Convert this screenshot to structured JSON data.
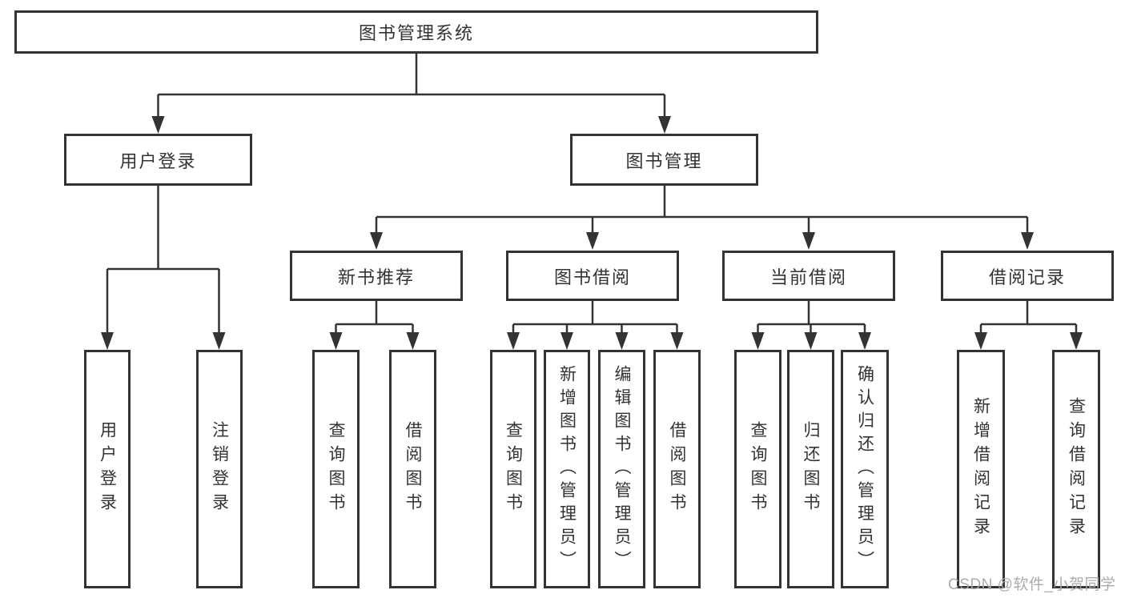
{
  "diagram": {
    "root": "图书管理系统",
    "level2": {
      "user_login": "用户登录",
      "book_mgmt": "图书管理"
    },
    "level3": {
      "new_book": "新书推荐",
      "book_borrow": "图书借阅",
      "current_borrow": "当前借阅",
      "borrow_record": "借阅记录"
    },
    "leaves": {
      "user_login": "用户登录",
      "logout": "注销登录",
      "nb_query": "查询图书",
      "nb_borrow": "借阅图书",
      "bb_query": "查询图书",
      "bb_add": "新增图书（管理员）",
      "bb_edit": "编辑图书（管理员）",
      "bb_borrow": "借阅图书",
      "cb_query": "查询图书",
      "cb_return": "归还图书",
      "cb_confirm": "确认归还（管理员）",
      "br_add": "新增借阅记录",
      "br_query": "查询借阅记录"
    },
    "colors": {
      "line": "#333333",
      "box_background": "#ffffff",
      "text": "#333333",
      "watermark": "#a8a8a8"
    },
    "watermark": "CSDN @软件_小贺同学"
  }
}
